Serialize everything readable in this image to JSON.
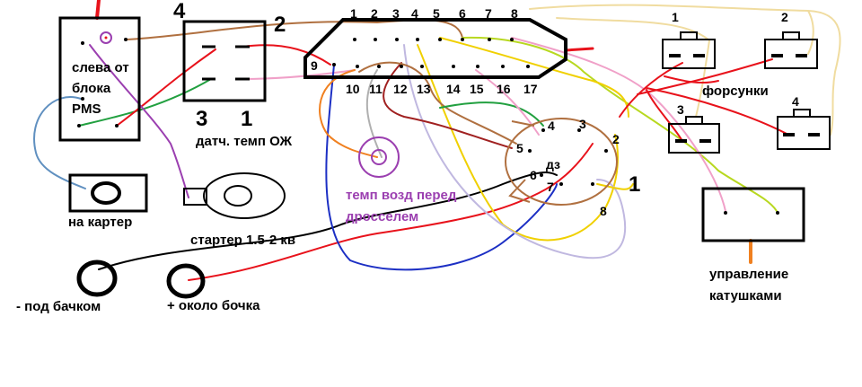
{
  "labels": {
    "pms_block": [
      "слева от",
      "блока",
      "PMS"
    ],
    "coolant_sensor": "датч. темп ОЖ",
    "crankcase": "на картер",
    "starter": "стартер 1.5-2 кв",
    "neg_ground": "- под бачком",
    "pos_battery": "+ около бочка",
    "air_temp": [
      "темп возд перед",
      "дросселем"
    ],
    "injectors": "форсунки",
    "coil_control": [
      "управление",
      "катушками"
    ],
    "distributor": "дз"
  },
  "relay_pins": [
    "4",
    "2",
    "3",
    "1"
  ],
  "connector_top_pins": [
    "1",
    "2",
    "3",
    "4",
    "5",
    "6",
    "7",
    "8"
  ],
  "connector_bottom_pins": [
    "9",
    "10",
    "11",
    "12",
    "13",
    "14",
    "15",
    "16",
    "17"
  ],
  "injector_numbers": [
    "1",
    "2",
    "3",
    "4"
  ],
  "distributor_pins": [
    "4",
    "3",
    "5",
    "2",
    "6",
    "7",
    "8",
    "1"
  ],
  "colors": {
    "red": "#e8121b",
    "brown": "#b07040",
    "blue": "#1c2fc4",
    "green": "#22a040",
    "yellow": "#f0d000",
    "orange": "#f08020",
    "purple": "#9b3fb0",
    "pink": "#f0a0c8",
    "lavender": "#c0b8e0",
    "lime": "#b8d820",
    "beige": "#f0dca0",
    "gray": "#b0b0b0",
    "darkred": "#a02020",
    "lightblue": "#6090c0"
  }
}
